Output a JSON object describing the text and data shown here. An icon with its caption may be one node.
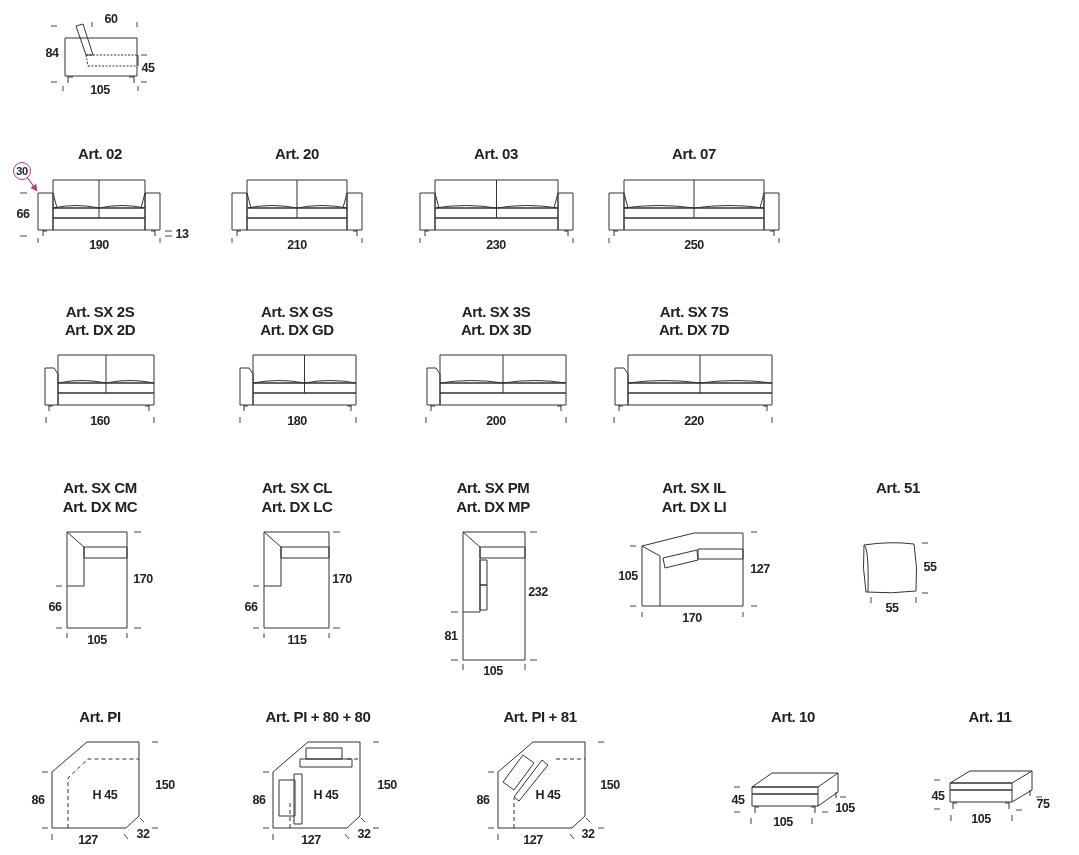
{
  "diagram": {
    "nodes": [
      {
        "text": [
          "30"
        ]
      },
      {
        "text": [],
        "shape": "picture"
      }
    ],
    "edges": [
      {
        "from": 0,
        "to": 1,
        "arrow": "to"
      }
    ],
    "labels": [
      "60",
      "84",
      "45",
      "105",
      "Art. 02",
      "66",
      "190",
      "13",
      "Art. 20",
      "210",
      "Art. 03",
      "230",
      "Art. 07",
      "250",
      "Art. SX 2S",
      "Art. DX 2D",
      "160",
      "Art. SX GS",
      "Art. DX GD",
      "180",
      "Art. SX 3S",
      "Art. DX 3D",
      "200",
      "Art. SX 7S",
      "Art. DX 7D",
      "220",
      "Art. SX CM",
      "Art. DX MC",
      "170",
      "66",
      "105",
      "Art. SX CL",
      "Art. DX LC",
      "170",
      "66",
      "115",
      "Art. SX PM",
      "Art. DX MP",
      "232",
      "81",
      "105",
      "Art. SX IL",
      "Art. DX LI",
      "105",
      "127",
      "170",
      "Art. 51",
      "55",
      "55",
      "Art. PI",
      "86",
      "H 45",
      "150",
      "127",
      "32",
      "Art. PI + 80 + 80",
      "86",
      "H 45",
      "150",
      "127",
      "32",
      "Art. PI + 81",
      "86",
      "H 45",
      "150",
      "127",
      "32",
      "Art. 10",
      "45",
      "105",
      "105",
      "Art. 11",
      "45",
      "75",
      "105"
    ]
  }
}
